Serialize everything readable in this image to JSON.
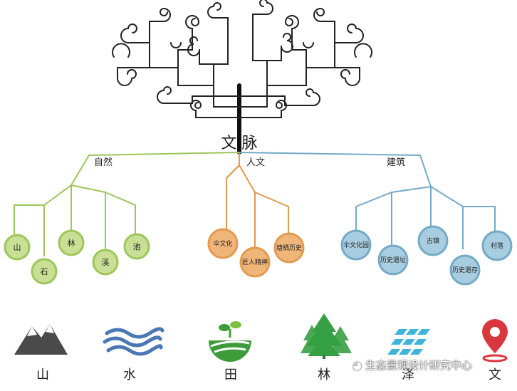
{
  "title": "文 脉",
  "branches": [
    {
      "label": "自然",
      "color": "#9cc65a",
      "fill": "#c8df95",
      "nodes": [
        "山",
        "石",
        "林",
        "溪",
        "池"
      ]
    },
    {
      "label": "人文",
      "color": "#e39a4d",
      "fill": "#f0b679",
      "nodes": [
        "伞文化",
        "匠人精神",
        "塘栖历史"
      ]
    },
    {
      "label": "建筑",
      "color": "#73aac7",
      "fill": "#a9cde0",
      "nodes": [
        "伞文化园",
        "历史遗址",
        "古镇",
        "历史遗存",
        "村落"
      ]
    }
  ],
  "icons": [
    {
      "label": "山",
      "icon": "mountain-icon",
      "color": "#4a4a4a"
    },
    {
      "label": "水",
      "icon": "water-icon",
      "color": "#4b78b4"
    },
    {
      "label": "田",
      "icon": "field-icon",
      "color": "#3d9b3a"
    },
    {
      "label": "林",
      "icon": "forest-icon",
      "color": "#35a043"
    },
    {
      "label": "泽",
      "icon": "marsh-icon",
      "color": "#3fb4da"
    },
    {
      "label": "文",
      "icon": "location-pin-icon",
      "color": "#d9363e"
    }
  ],
  "watermark": "生态景观设计研究中心"
}
